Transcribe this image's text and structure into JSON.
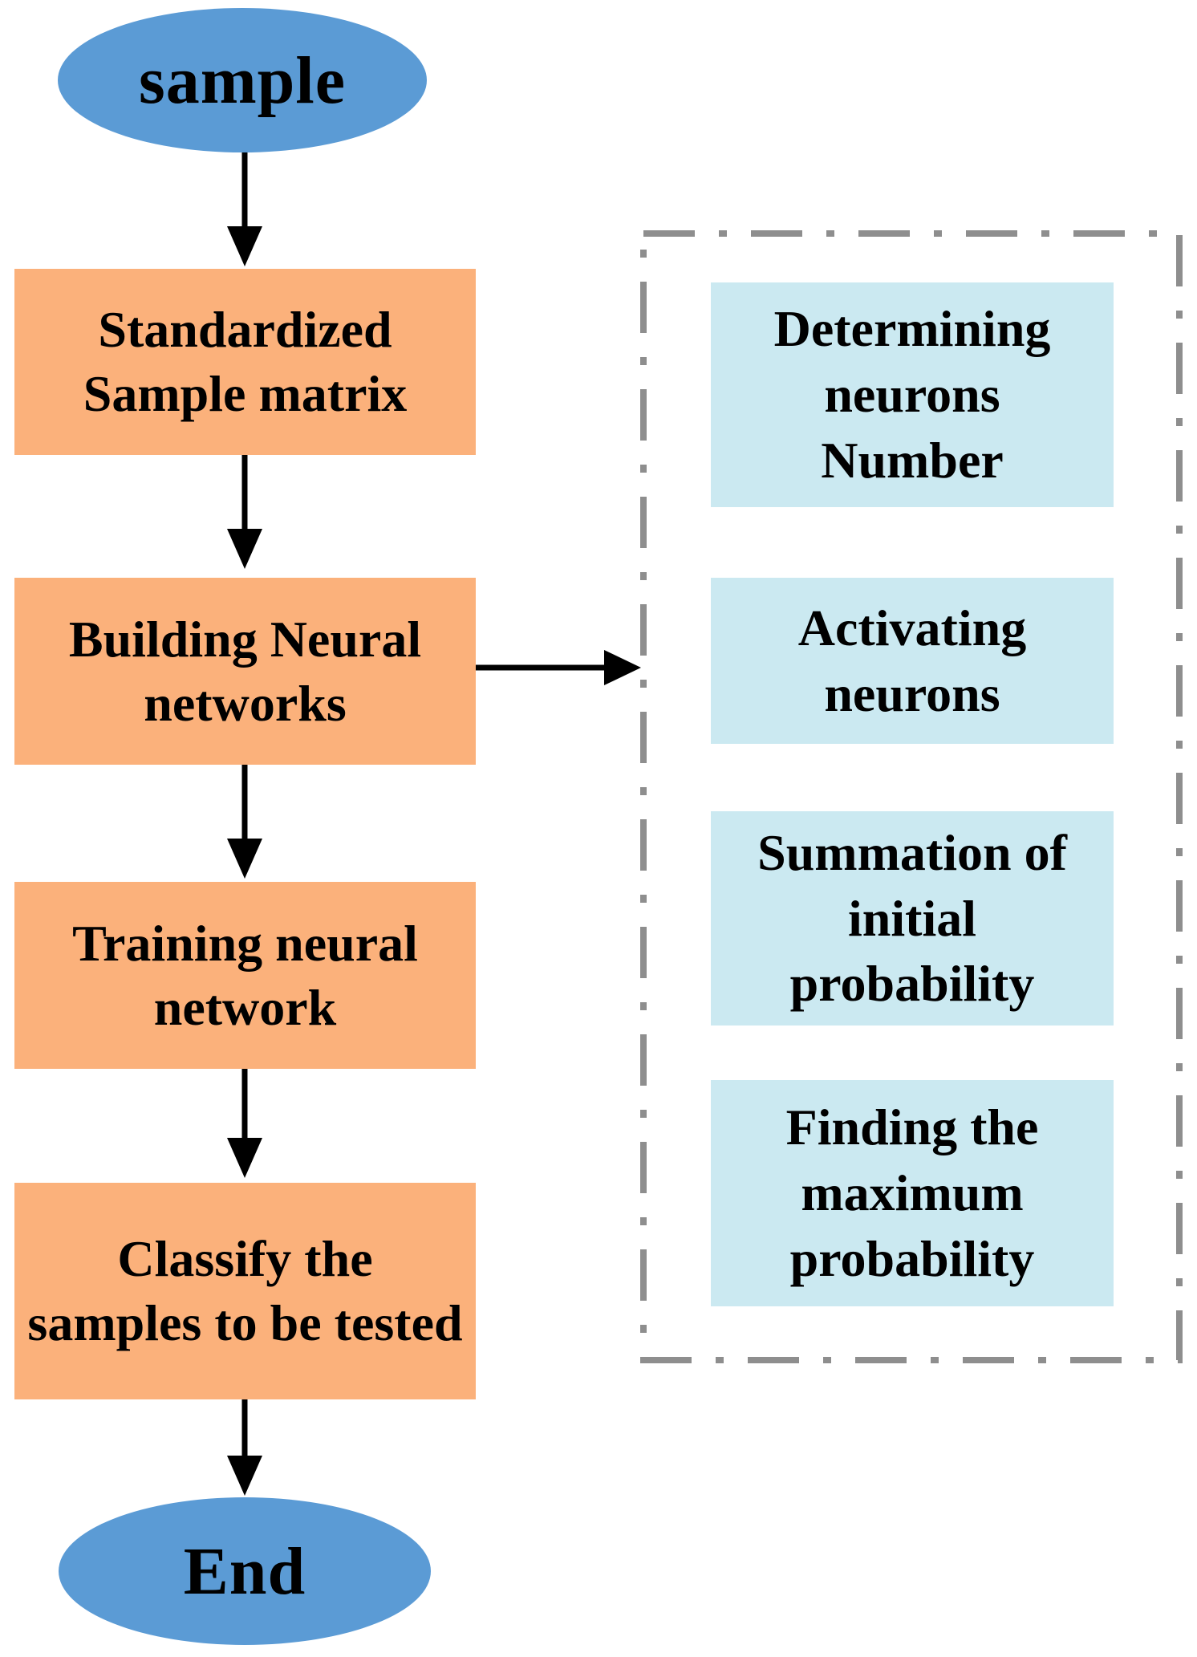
{
  "colors": {
    "terminal_fill": "#5B9BD5",
    "process_fill": "#FBB17B",
    "panel_step_fill": "#CBE9F1",
    "dashed_border": "#8E8E8E",
    "arrow": "#000000",
    "text": "#000000",
    "background": "#FFFFFF"
  },
  "flow": {
    "start": {
      "label": "sample"
    },
    "standardize": {
      "label": "Standardized\nSample matrix"
    },
    "build": {
      "label": "Building Neural\nnetworks"
    },
    "train": {
      "label": "Training neural\nnetwork"
    },
    "classify": {
      "label": "Classify the\nsamples to be tested"
    },
    "end": {
      "label": "End"
    }
  },
  "panel": {
    "steps": [
      {
        "label": "Determining\nneurons\nNumber"
      },
      {
        "label": "Activating\nneurons"
      },
      {
        "label": "Summation of\ninitial\nprobability"
      },
      {
        "label": "Finding the\nmaximum\nprobability"
      }
    ]
  },
  "edges": [
    {
      "from": "start",
      "to": "standardize"
    },
    {
      "from": "standardize",
      "to": "build"
    },
    {
      "from": "build",
      "to": "train"
    },
    {
      "from": "train",
      "to": "classify"
    },
    {
      "from": "classify",
      "to": "end"
    },
    {
      "from": "build",
      "to": "panel"
    }
  ]
}
